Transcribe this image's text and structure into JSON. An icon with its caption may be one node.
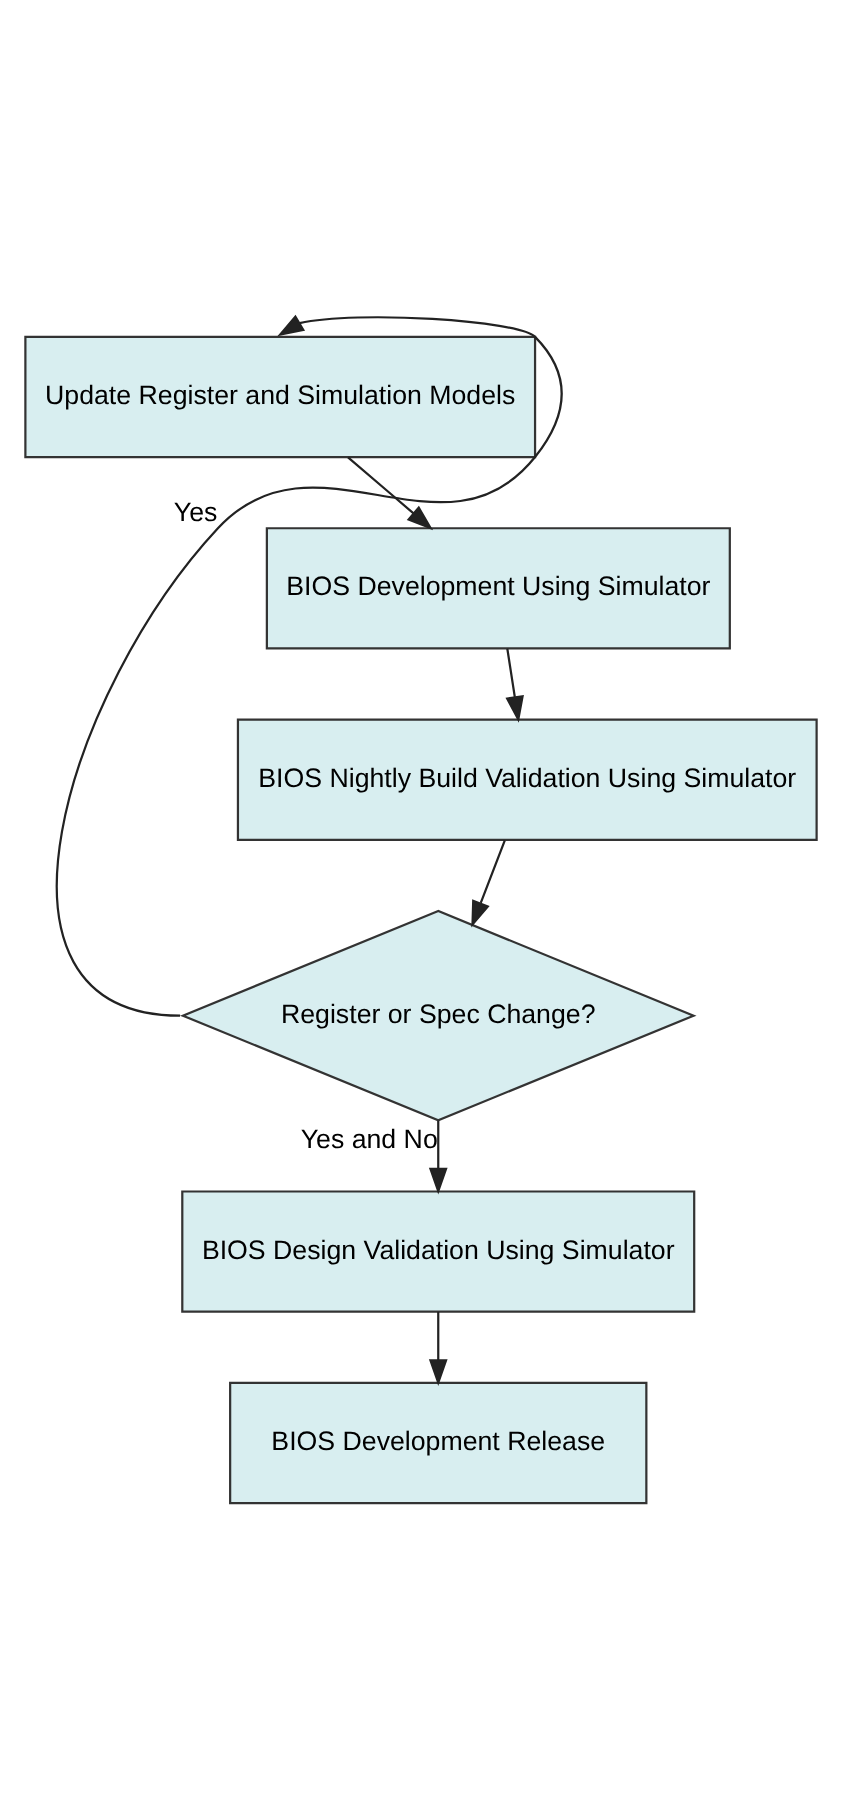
{
  "diagram": {
    "nodes": [
      {
        "text": [
          "Update Register and Simulation Models"
        ]
      },
      {
        "text": [
          "BIOS Development Using Simulator"
        ]
      },
      {
        "text": [
          "BIOS Nightly Build Validation Using Simulator"
        ]
      },
      {
        "text": [
          "Register or Spec Change?"
        ]
      },
      {
        "text": [
          "BIOS Design Validation Using Simulator"
        ]
      },
      {
        "text": [
          "BIOS Development Release"
        ]
      }
    ],
    "edges": [
      {
        "from": 0,
        "to": 1,
        "arrow": "to"
      },
      {
        "from": 1,
        "to": 2,
        "arrow": "to"
      },
      {
        "from": 2,
        "to": 3,
        "arrow": "to"
      },
      {
        "from": 3,
        "to": 0,
        "arrow": "to",
        "label": "Yes"
      },
      {
        "from": 3,
        "to": 4,
        "arrow": "to",
        "label": "Yes and No"
      },
      {
        "from": 4,
        "to": 5,
        "arrow": "to"
      }
    ]
  }
}
